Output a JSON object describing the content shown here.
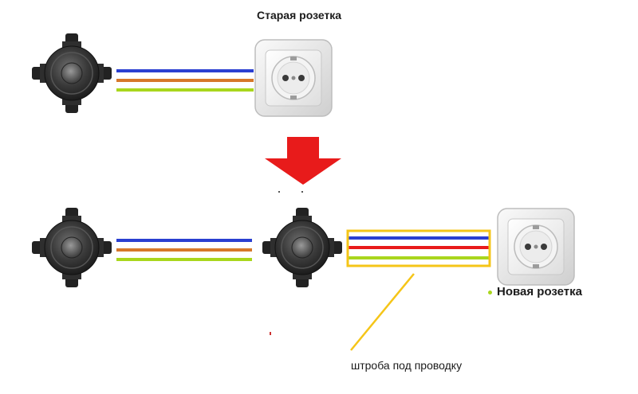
{
  "labels": {
    "old_socket": "Старая розетка",
    "new_socket": "Новая розетка",
    "wire_chase": "штроба под проводку"
  },
  "colors": {
    "wire_blue": "#2a3fd1",
    "wire_brown": "#d6782a",
    "wire_green": "#a9d61d",
    "wire_red": "#e81b1b",
    "arrow": "#e81b1b",
    "chase_outline": "#f5c518",
    "junction_box": "#2b2b2b",
    "socket_frame": "#e9e9e9"
  },
  "icons": {
    "junction_box": "junction-box-icon",
    "socket": "socket-icon",
    "arrow": "arrow-down-icon"
  }
}
